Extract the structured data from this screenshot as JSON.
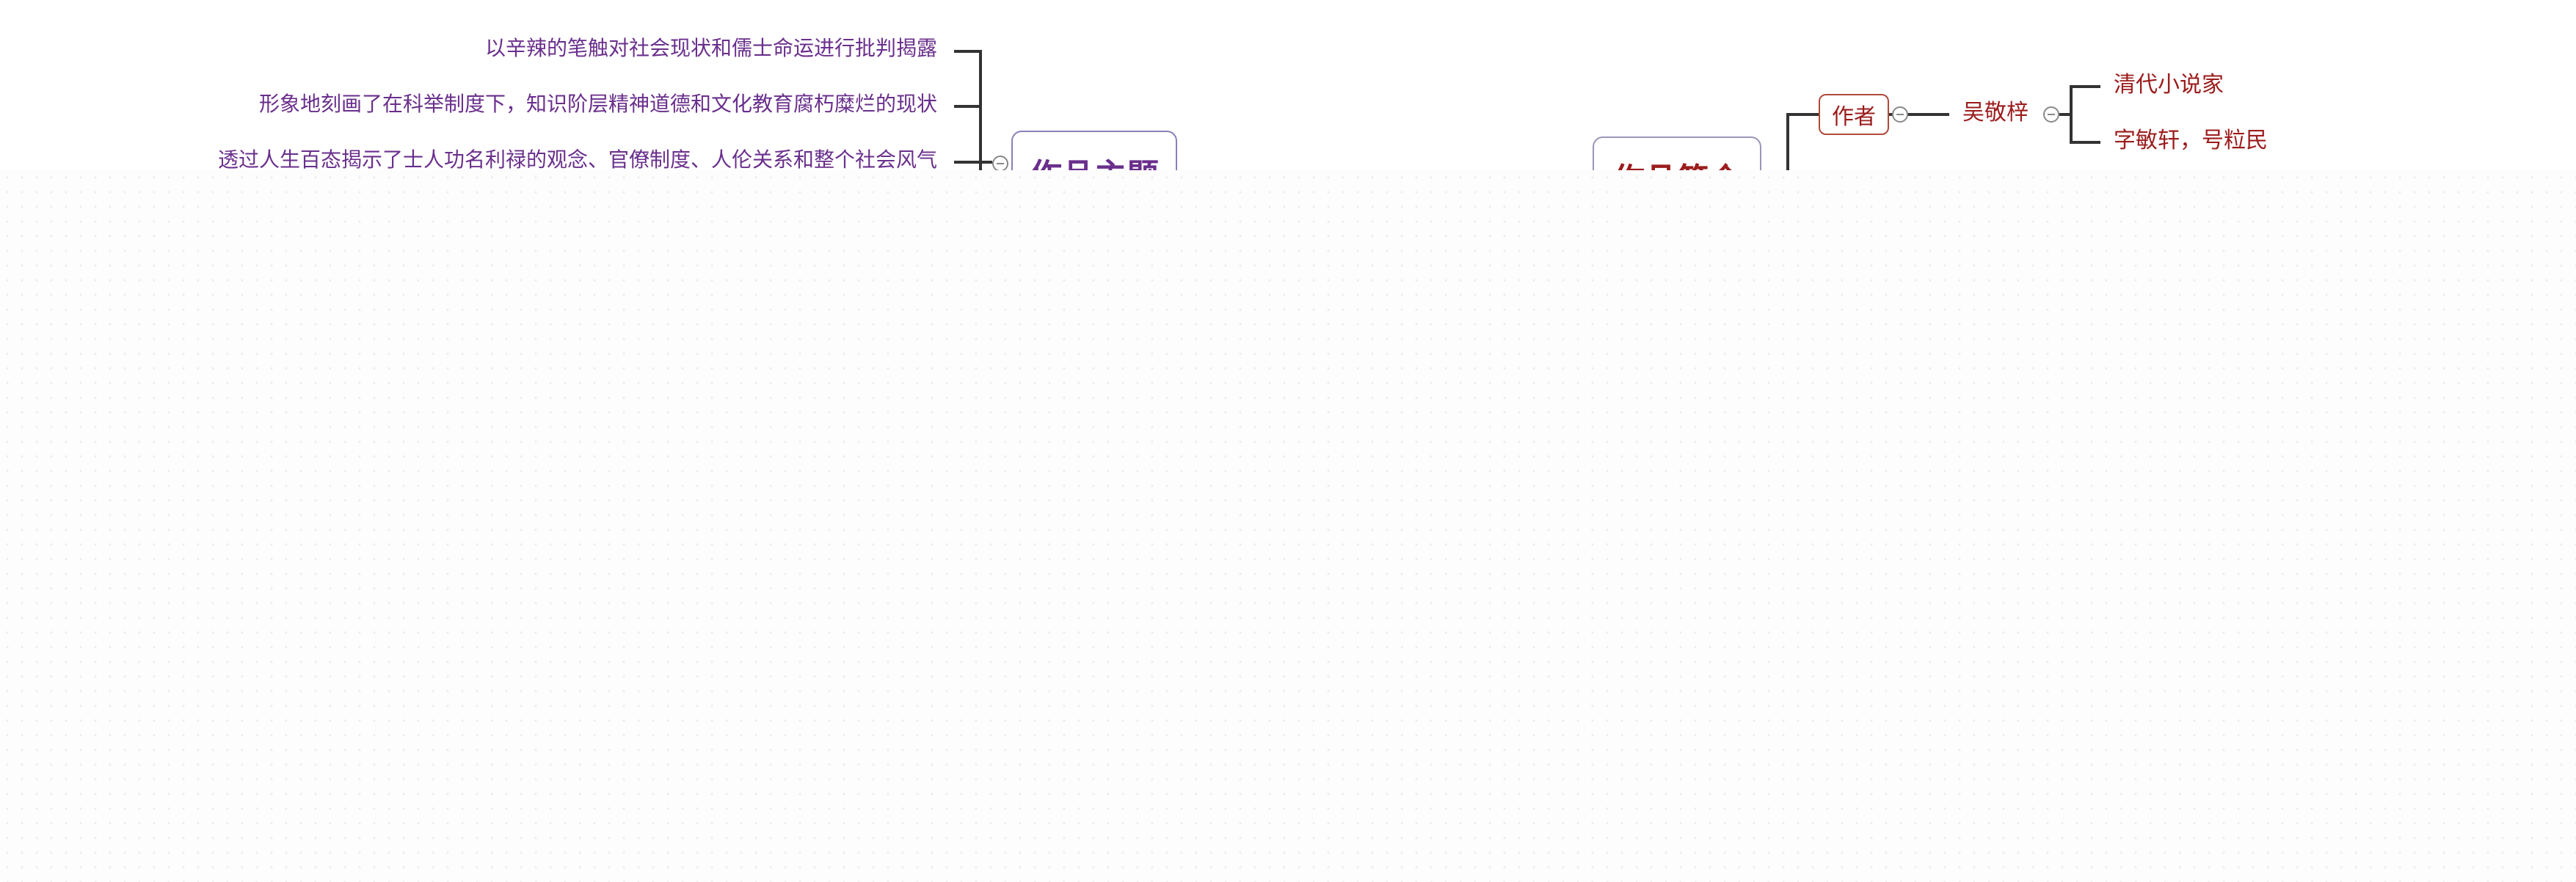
{
  "left_branch": {
    "title": "作品主题",
    "items": [
      "以辛辣的笔触对社会现状和儒士命运进行批判揭露",
      "形象地刻画了在科举制度下，知识阶层精神道德和文化教育腐朽糜烂的现状",
      "透过人生百态揭示了士人功名利禄的观念、官僚制度、人伦关系和整个社会风气"
    ]
  },
  "right_branch": {
    "title": "作品简介",
    "author_label": "作者",
    "author_name": "吴敬梓",
    "author_details": [
      "清代小说家",
      "字敏轩，号粒民"
    ]
  },
  "colors": {
    "purple": "#6a2f8c",
    "red": "#9c1c1c",
    "connector": "#333333"
  }
}
